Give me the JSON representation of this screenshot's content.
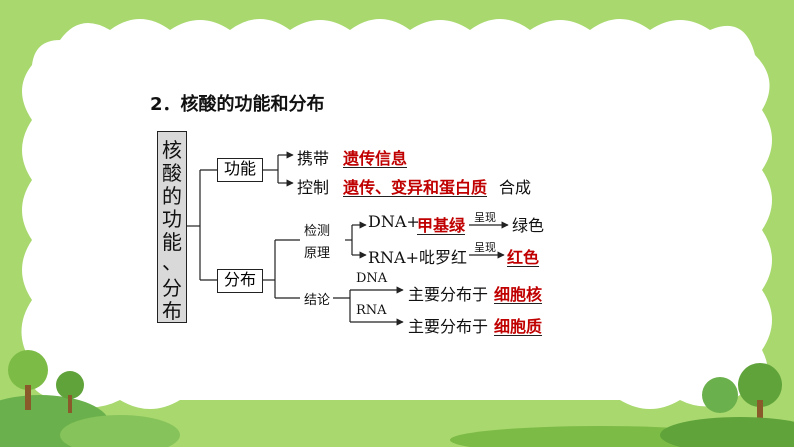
{
  "title": "2．核酸的功能和分布",
  "root_chars": [
    "核",
    "酸",
    "的",
    "功",
    "能",
    "、",
    "分",
    "布"
  ],
  "function": {
    "box": "功能",
    "carry_prefix": "携带",
    "carry_answer": "遗传信息",
    "control_prefix": "控制",
    "control_answer": "遗传、变异和蛋白质",
    "control_suffix": "合成"
  },
  "distribution": {
    "box": "分布",
    "detect_label_1": "检测",
    "detect_label_2": "原理",
    "dna_reagent_prefix": "DNA+",
    "dna_reagent_answer": "甲基绿",
    "reaction_label_1": "呈现",
    "dna_color": "绿色",
    "rna_reagent": "RNA+吡罗红",
    "reaction_label_2": "呈现",
    "rna_color_answer": "红色",
    "conclusion_label": "结论",
    "dna_label": "DNA",
    "rna_label": "RNA",
    "dna_prefix": "主要分布于",
    "dna_location_answer": "细胞核",
    "rna_prefix": "主要分布于",
    "rna_location_answer": "细胞质"
  },
  "colors": {
    "answer": "#c00000",
    "frame": "#8cc63f",
    "grass": "#6ab04c"
  }
}
